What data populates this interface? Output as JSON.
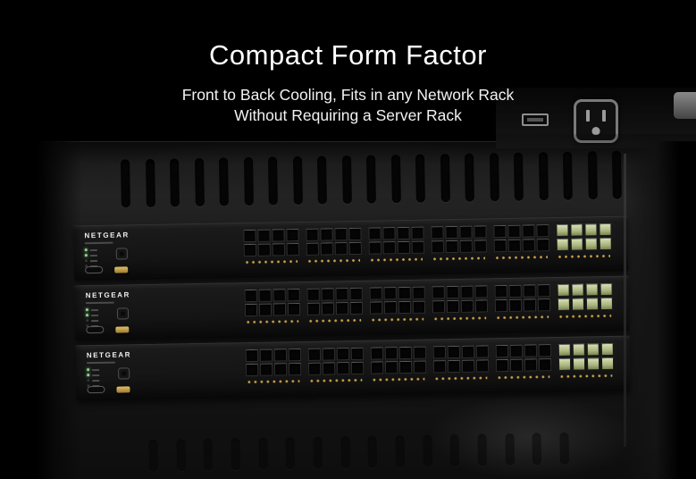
{
  "header": {
    "title": "Compact Form Factor",
    "subtitle_line1": "Front to Back Cooling, Fits in any Network Rack",
    "subtitle_line2": "Without Requiring a Server Rack"
  },
  "scene": {
    "brand": "NETGEAR",
    "switch_count": 3,
    "vent_slots": 21,
    "bottom_vent_slots": 16,
    "status_led_rows": 4,
    "status_leds_lit": 2,
    "ports": {
      "sfp_groups": 5,
      "uplink_groups": 1,
      "rows": 2,
      "cols": 4
    },
    "colors": {
      "background": "#000000",
      "headline_text": "#ffffff",
      "chassis": "#151515",
      "port_green": "#aab47f",
      "led_gold": "#c69f45",
      "status_green": "#8fd48f"
    }
  }
}
